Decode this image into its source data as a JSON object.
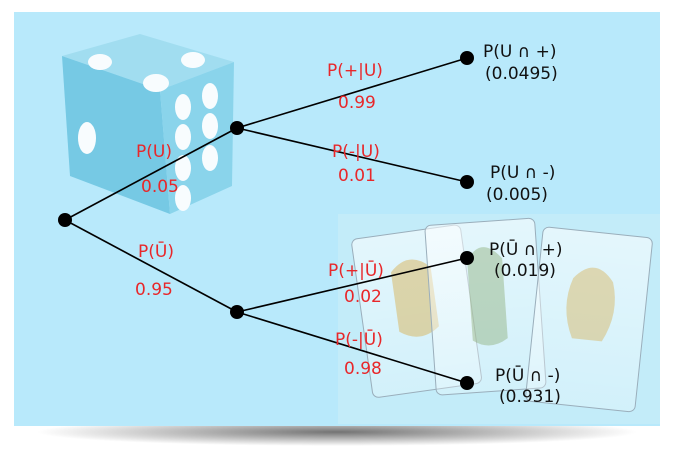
{
  "colors": {
    "panel": "#b8e9fb",
    "branch_label": "#e8272a",
    "outcome_label": "#111111",
    "node": "#000000"
  },
  "illustrations": {
    "dice": "dice-icon",
    "cards": "playing-cards-icon"
  },
  "tree": {
    "root": "root-node",
    "branches": {
      "u": {
        "prob_label": "P(U)",
        "prob_value": "0.05"
      },
      "not_u": {
        "prob_label": "P(Ū)",
        "prob_value": "0.95"
      },
      "pos_given_u": {
        "prob_label": "P(+|U)",
        "prob_value": "0.99"
      },
      "neg_given_u": {
        "prob_label": "P(-|U)",
        "prob_value": "0.01"
      },
      "pos_given_not_u": {
        "prob_label": "P(+|Ū)",
        "prob_value": "0.02"
      },
      "neg_given_not_u": {
        "prob_label": "P(-|Ū)",
        "prob_value": "0.98"
      }
    },
    "outcomes": [
      {
        "label": "P(U ∩ +)",
        "value": "(0.0495)"
      },
      {
        "label": "P(U ∩ -)",
        "value": "(0.005)"
      },
      {
        "label": "P(Ū ∩ +)",
        "value": "(0.019)"
      },
      {
        "label": "P(Ū ∩ -)",
        "value": "(0.931)"
      }
    ]
  }
}
